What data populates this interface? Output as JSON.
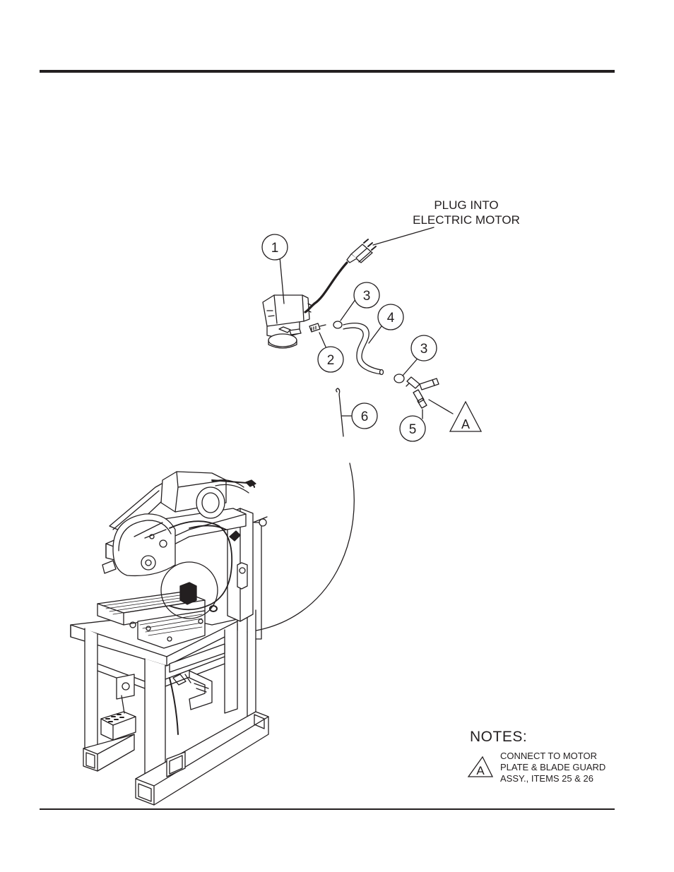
{
  "callouts": {
    "plug_into_line1": "PLUG INTO",
    "plug_into_line2": "ELECTRIC MOTOR"
  },
  "balloons": {
    "b1": "1",
    "b2": "2",
    "b3a": "3",
    "b3b": "3",
    "b4": "4",
    "b5": "5",
    "b6": "6"
  },
  "flag_marker": "A",
  "notes": {
    "title": "NOTES:",
    "flag": "A",
    "line1": "CONNECT TO MOTOR",
    "line2": "PLATE & BLADE GUARD",
    "line3": "ASSY., ITEMS 25 & 26"
  }
}
